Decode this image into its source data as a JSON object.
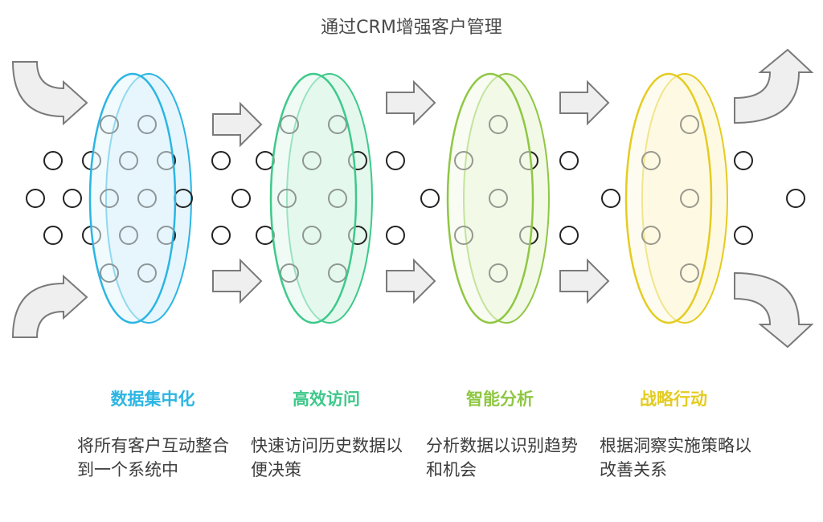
{
  "title": "通过CRM增强客户管理",
  "stages": [
    {
      "heading": "数据集中化",
      "description": "将所有客户互动整合到一个系统中",
      "color": "#2cb5e3",
      "fill": "#e6f6fc"
    },
    {
      "heading": "高效访问",
      "description": "快速访问历史数据以便决策",
      "color": "#3dc98a",
      "fill": "#e5f8ee"
    },
    {
      "heading": "智能分析",
      "description": "分析数据以识别趋势和机会",
      "color": "#8fc743",
      "fill": "#f2f9e7"
    },
    {
      "heading": "战略行动",
      "description": "根据洞察实施策略以改善关系",
      "color": "#e4cc21",
      "fill": "#fdf9e3"
    }
  ],
  "icons": {
    "input_arrow": "curved-arrow-in-icon",
    "flow_arrow": "right-arrow-icon",
    "output_arrow": "curved-arrow-out-icon",
    "data_dot": "circle-dot-icon"
  },
  "colors": {
    "arrow_fill": "#efefef",
    "arrow_stroke": "#7a7a7a",
    "dot_stroke": "#222222"
  }
}
